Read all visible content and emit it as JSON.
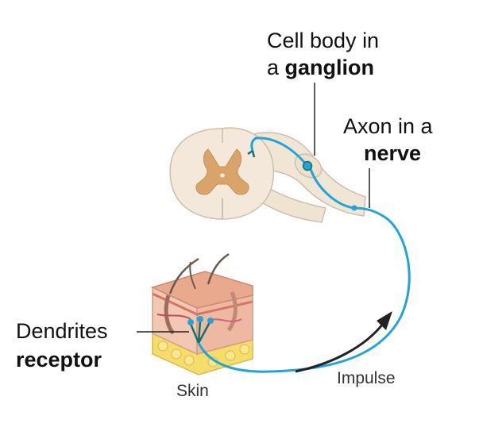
{
  "labels": {
    "cell_body_line1": "Cell body in",
    "cell_body_line2_prefix": "a ",
    "cell_body_line2_bold": "ganglion",
    "axon_line1": "Axon in a",
    "axon_line2": "nerve",
    "dendrites_line1": "Dendrites",
    "dendrites_line2": "receptor",
    "skin": "Skin",
    "impulse": "Impulse"
  },
  "colors": {
    "neuron": "#1fa6d6",
    "neuron_dark": "#15706e",
    "cord_outer": "#f1e6d6",
    "cord_gray": "#d9a46a",
    "skin_epidermis": "#e8a98d",
    "skin_dermis": "#f2c7b3",
    "fat": "#f6dc6a",
    "hair": "#6a5a4e",
    "leader": "#222222"
  }
}
